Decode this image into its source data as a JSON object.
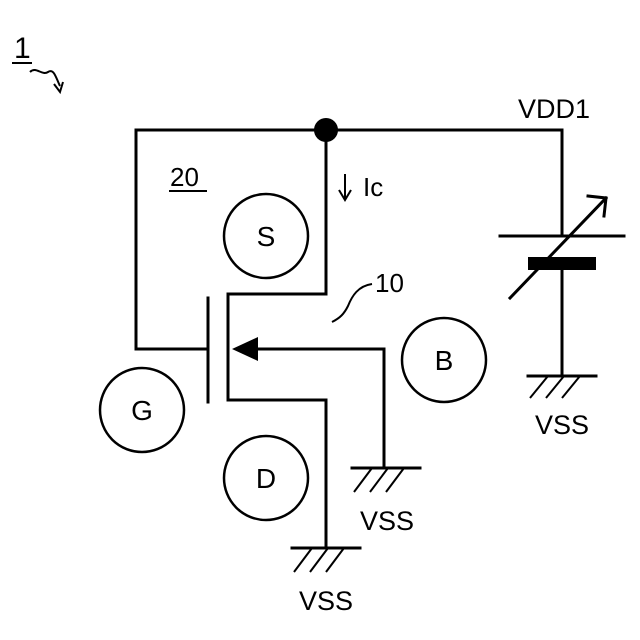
{
  "figure": {
    "ref_numeral": "1",
    "substrate_ref": "20",
    "transistor_ref": "10"
  },
  "labels": {
    "supply": "VDD1",
    "current": "Ic",
    "ground_battery": "VSS",
    "ground_body": "VSS",
    "ground_drain": "VSS"
  },
  "terminals": {
    "source": "S",
    "gate": "G",
    "drain": "D",
    "body": "B"
  }
}
